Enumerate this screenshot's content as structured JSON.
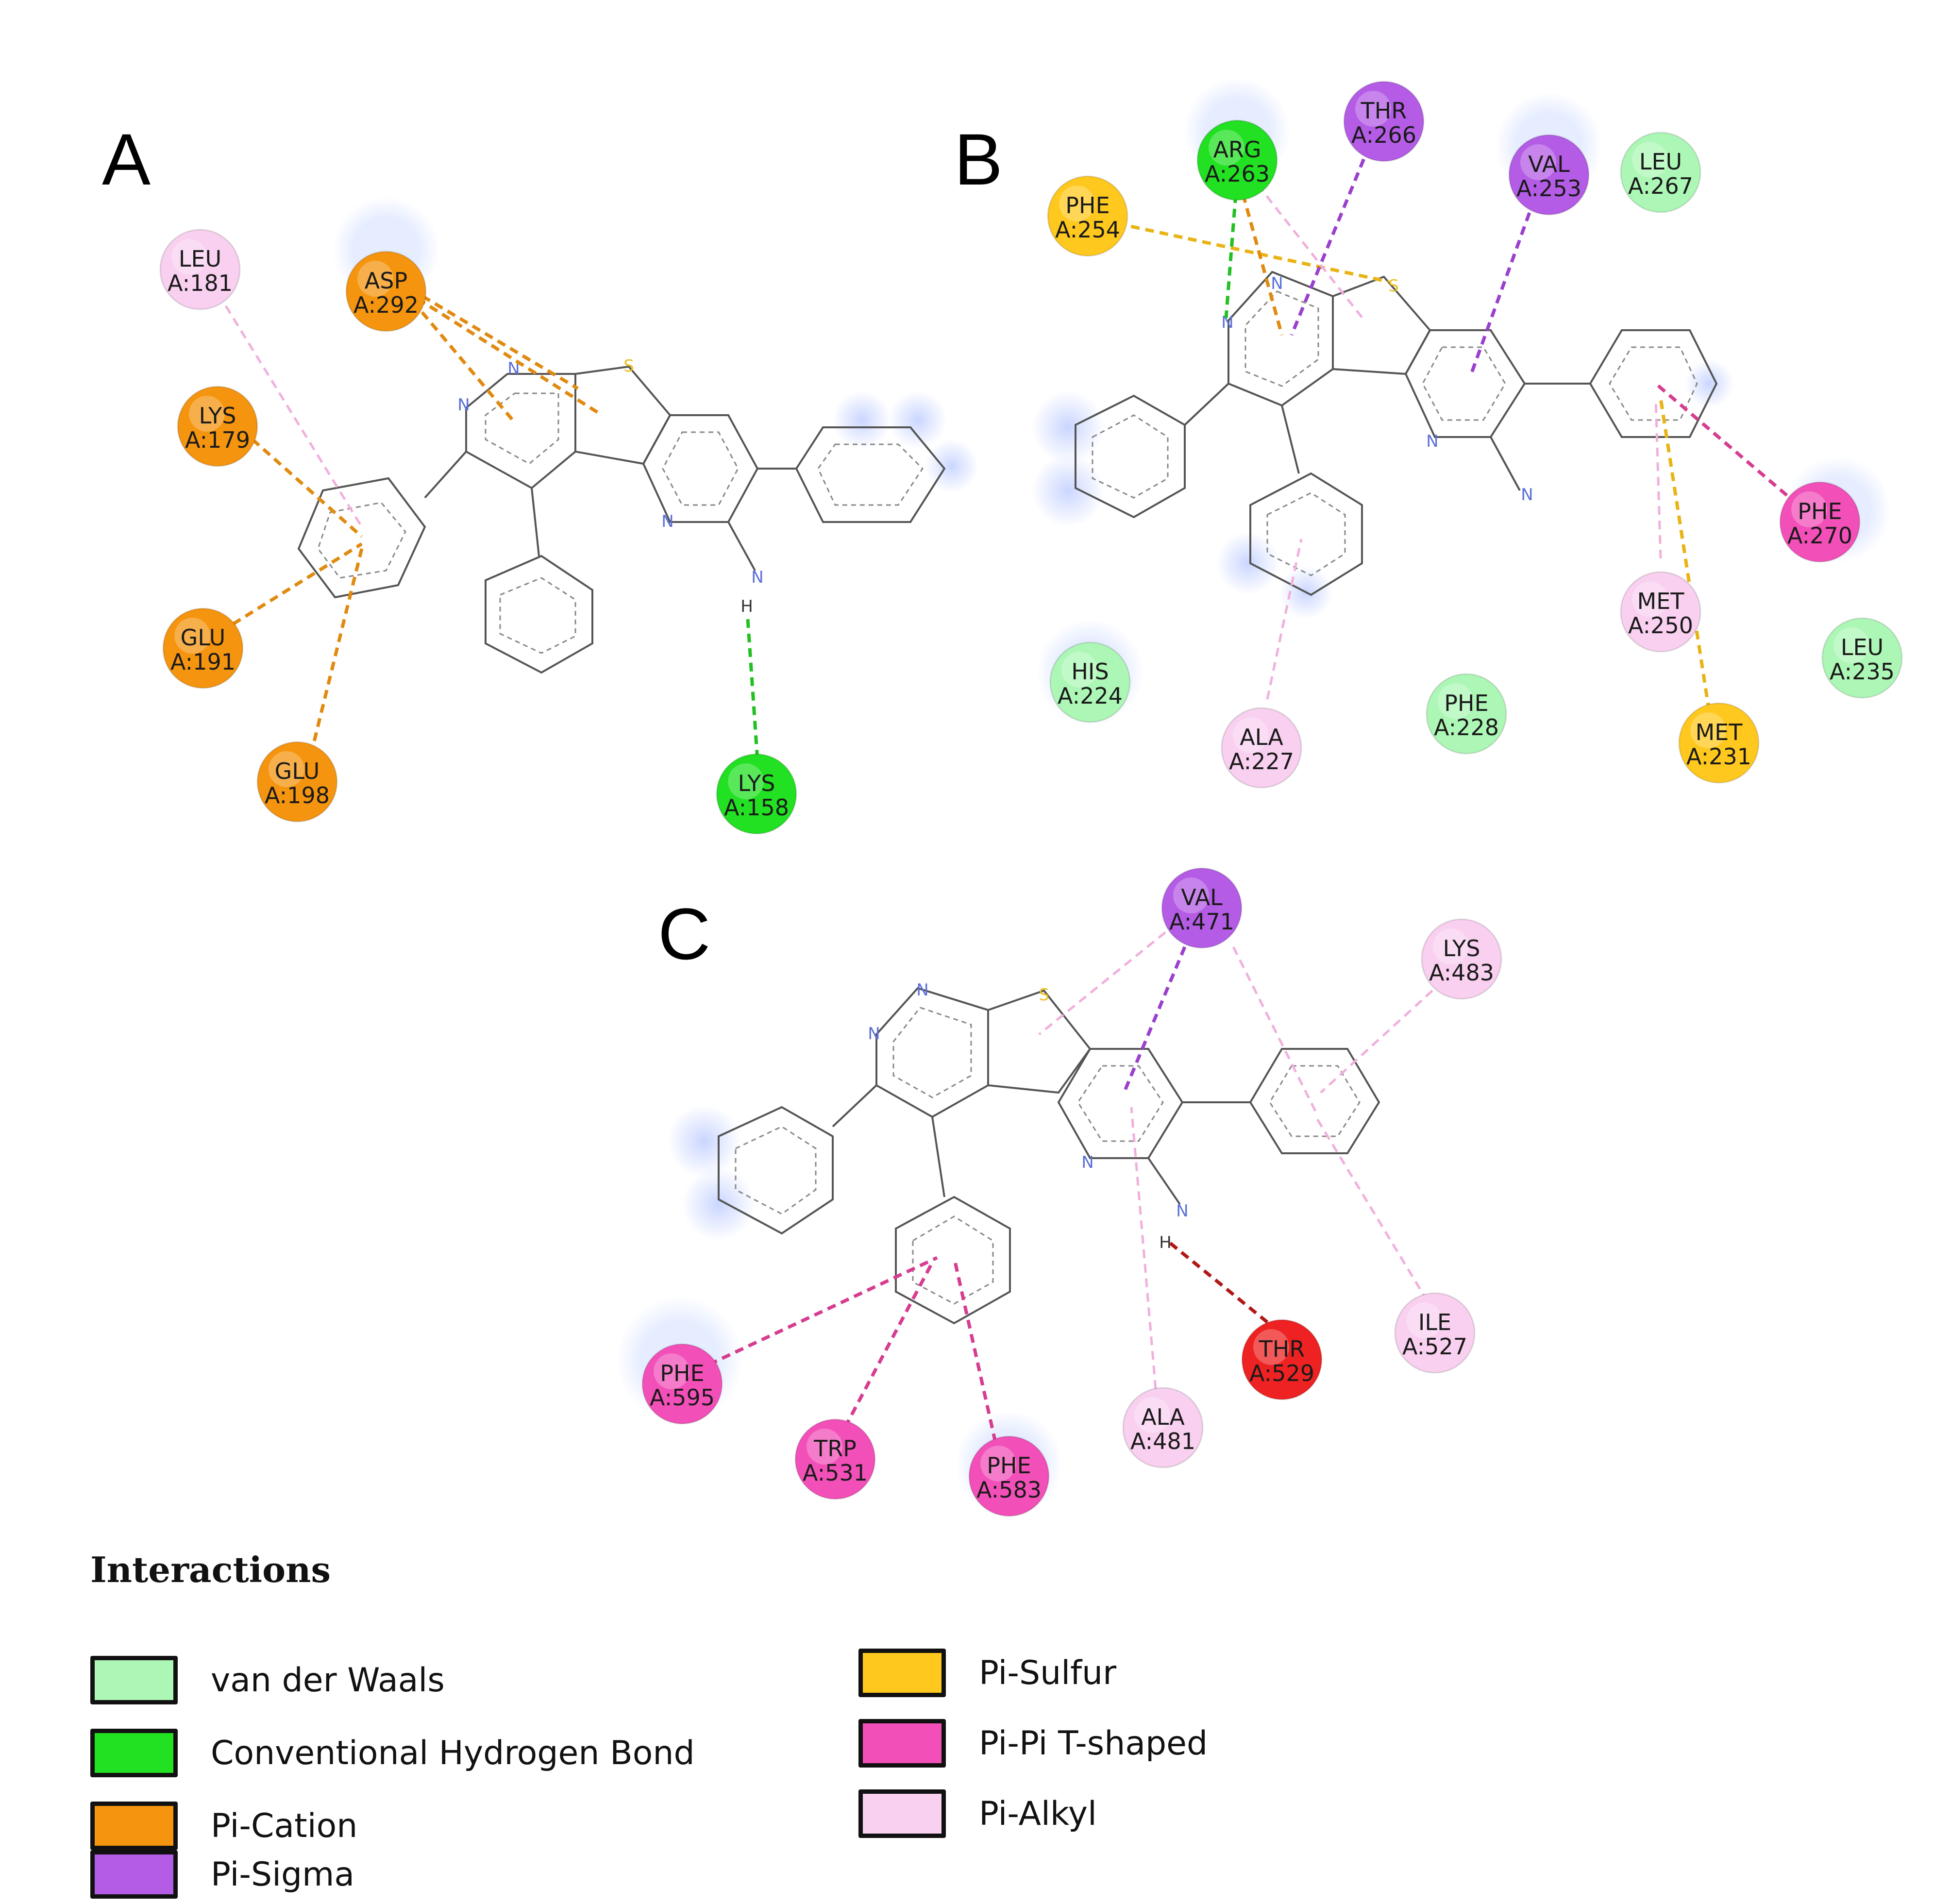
{
  "panels": [
    {
      "label": "A",
      "residues": [
        {
          "name": "LEU",
          "id": "A:181",
          "type": "pi-alkyl"
        },
        {
          "name": "ASP",
          "id": "A:292",
          "type": "pi-cation"
        },
        {
          "name": "LYS",
          "id": "A:179",
          "type": "pi-cation"
        },
        {
          "name": "GLU",
          "id": "A:191",
          "type": "pi-cation"
        },
        {
          "name": "GLU",
          "id": "A:198",
          "type": "pi-cation"
        },
        {
          "name": "LYS",
          "id": "A:158",
          "type": "hbond"
        }
      ],
      "atoms": [
        "N",
        "N",
        "S",
        "N",
        "N",
        "H"
      ]
    },
    {
      "label": "B",
      "residues": [
        {
          "name": "PHE",
          "id": "A:254",
          "type": "pi-sulfur"
        },
        {
          "name": "ARG",
          "id": "A:263",
          "type": "hbond"
        },
        {
          "name": "THR",
          "id": "A:266",
          "type": "pi-sigma"
        },
        {
          "name": "VAL",
          "id": "A:253",
          "type": "pi-sigma"
        },
        {
          "name": "LEU",
          "id": "A:267",
          "type": "vdw"
        },
        {
          "name": "PHE",
          "id": "A:270",
          "type": "pi-pi"
        },
        {
          "name": "MET",
          "id": "A:250",
          "type": "pi-alkyl"
        },
        {
          "name": "LEU",
          "id": "A:235",
          "type": "vdw"
        },
        {
          "name": "MET",
          "id": "A:231",
          "type": "pi-sulfur"
        },
        {
          "name": "HIS",
          "id": "A:224",
          "type": "vdw"
        },
        {
          "name": "PHE",
          "id": "A:228",
          "type": "vdw"
        },
        {
          "name": "ALA",
          "id": "A:227",
          "type": "pi-alkyl"
        }
      ],
      "atoms": [
        "N",
        "N",
        "S",
        "N",
        "N"
      ]
    },
    {
      "label": "C",
      "residues": [
        {
          "name": "VAL",
          "id": "A:471",
          "type": "pi-sigma"
        },
        {
          "name": "LYS",
          "id": "A:483",
          "type": "pi-alkyl"
        },
        {
          "name": "ILE",
          "id": "A:527",
          "type": "pi-alkyl"
        },
        {
          "name": "THR",
          "id": "A:529",
          "type": "unfavorable"
        },
        {
          "name": "ALA",
          "id": "A:481",
          "type": "pi-alkyl"
        },
        {
          "name": "PHE",
          "id": "A:583",
          "type": "pi-pi"
        },
        {
          "name": "TRP",
          "id": "A:531",
          "type": "pi-pi"
        },
        {
          "name": "PHE",
          "id": "A:595",
          "type": "pi-pi"
        }
      ],
      "atoms": [
        "N",
        "N",
        "S",
        "N",
        "N",
        "H"
      ]
    }
  ],
  "legend": {
    "title": "Interactions",
    "items": [
      {
        "label": "van der Waals",
        "color": "#adf7b6"
      },
      {
        "label": "Conventional Hydrogen Bond",
        "color": "#22e022"
      },
      {
        "label": "Pi-Cation",
        "color": "#f5950f"
      },
      {
        "label": "Pi-Sigma",
        "color": "#b45ce6"
      },
      {
        "label": "Pi-Sulfur",
        "color": "#ffc81e"
      },
      {
        "label": "Pi-Pi T-shaped",
        "color": "#f250b8"
      },
      {
        "label": "Pi-Alkyl",
        "color": "#f9d0f0"
      }
    ]
  },
  "type_colors": {
    "vdw": "#adf7b6",
    "hbond": "#22e022",
    "pi-cation": "#f5950f",
    "pi-sigma": "#b45ce6",
    "pi-sulfur": "#ffc81e",
    "pi-pi": "#f250b8",
    "pi-alkyl": "#f9d0f0",
    "unfavorable": "#ee2222"
  },
  "line_colors": {
    "hbond": "#22c022",
    "pi-cation": "#e08a10",
    "pi-sigma": "#9a40cc",
    "pi-sulfur": "#e8b415",
    "pi-pi": "#d63c90",
    "pi-alkyl": "#f0b0dc",
    "unfavorable": "#b01818"
  }
}
